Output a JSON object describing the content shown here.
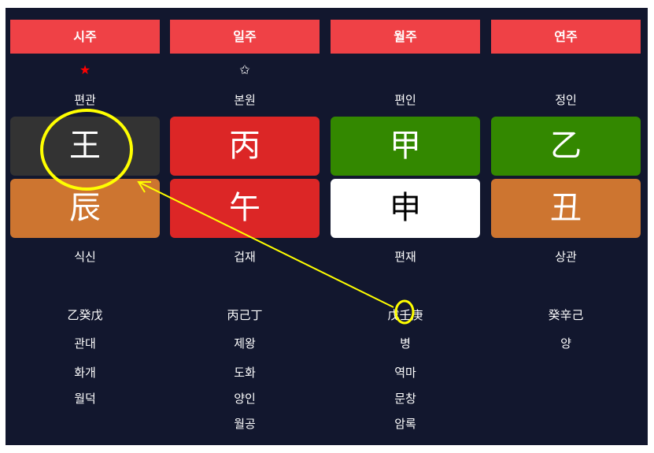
{
  "columns": [
    {
      "header": "시주",
      "star": "★",
      "star_color": "#ff0000",
      "ten_god_top": "편관",
      "stem": "王",
      "stem_bg": "#333333",
      "stem_fg": "#ffffff",
      "branch": "辰",
      "branch_bg": "#cd7530",
      "branch_fg": "#ffffff",
      "ten_god_bottom": "식신",
      "hidden_stems": "乙癸戊",
      "stage": "관대",
      "shinsal": [
        "화개",
        "월덕"
      ]
    },
    {
      "header": "일주",
      "star": "✩",
      "star_color": "#ffffff",
      "ten_god_top": "본원",
      "stem": "丙",
      "stem_bg": "#dc2626",
      "stem_fg": "#ffffff",
      "branch": "午",
      "branch_bg": "#dc2626",
      "branch_fg": "#ffffff",
      "ten_god_bottom": "겁재",
      "hidden_stems": "丙己丁",
      "stage": "제왕",
      "shinsal": [
        "도화",
        "양인",
        "월공"
      ]
    },
    {
      "header": "월주",
      "star": "",
      "star_color": "#ffffff",
      "ten_god_top": "편인",
      "stem": "甲",
      "stem_bg": "#338800",
      "stem_fg": "#ffffff",
      "branch": "申",
      "branch_bg": "#ffffff",
      "branch_fg": "#000000",
      "ten_god_bottom": "편재",
      "hidden_stems": "戊壬庚",
      "stage": "병",
      "shinsal": [
        "역마",
        "문창",
        "암록"
      ]
    },
    {
      "header": "연주",
      "star": "",
      "star_color": "#ffffff",
      "ten_god_top": "정인",
      "stem": "乙",
      "stem_bg": "#338800",
      "stem_fg": "#ffffff",
      "branch": "丑",
      "branch_bg": "#cd7530",
      "branch_fg": "#ffffff",
      "ten_god_bottom": "상관",
      "hidden_stems": "癸辛己",
      "stage": "양",
      "shinsal": []
    }
  ],
  "annotation_color": "#ffff00"
}
